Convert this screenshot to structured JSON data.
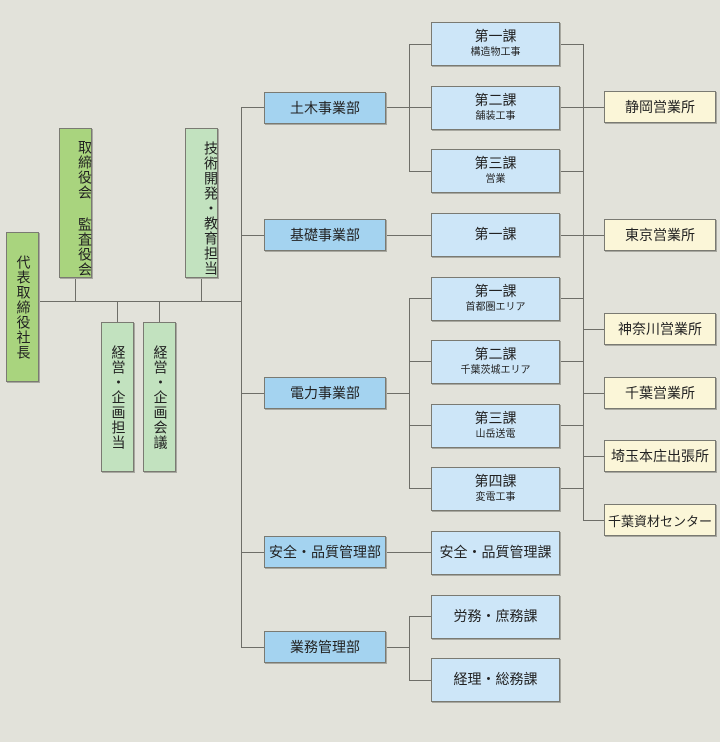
{
  "executive": {
    "president": "代表取締役社長",
    "board": "取締役会 監査役会",
    "tech_dev": "技術開発・教育担当",
    "mgmt_planning": "経営・企画担当",
    "mgmt_meeting": "経営・企画会議"
  },
  "departments": [
    {
      "name": "土木事業部",
      "sections": [
        {
          "name": "第一課",
          "sub": "構造物工事"
        },
        {
          "name": "第二課",
          "sub": "舗装工事"
        },
        {
          "name": "第三課",
          "sub": "営業"
        }
      ]
    },
    {
      "name": "基礎事業部",
      "sections": [
        {
          "name": "第一課",
          "sub": ""
        }
      ]
    },
    {
      "name": "電力事業部",
      "sections": [
        {
          "name": "第一課",
          "sub": "首都圏エリア"
        },
        {
          "name": "第二課",
          "sub": "千葉茨城エリア"
        },
        {
          "name": "第三課",
          "sub": "山岳送電"
        },
        {
          "name": "第四課",
          "sub": "変電工事"
        }
      ]
    },
    {
      "name": "安全・品質管理部",
      "sections": [
        {
          "name": "安全・品質管理課",
          "sub": ""
        }
      ]
    },
    {
      "name": "業務管理部",
      "sections": [
        {
          "name": "労務・庶務課",
          "sub": ""
        },
        {
          "name": "経理・総務課",
          "sub": ""
        }
      ]
    }
  ],
  "offices": [
    "静岡営業所",
    "東京営業所",
    "神奈川営業所",
    "千葉営業所",
    "埼玉本庄出張所",
    "千葉資材センター"
  ],
  "colors": {
    "background": "#e2e2da",
    "executive": "#a9d47e",
    "staff": "#c2e2bf",
    "department": "#a4d3f0",
    "section": "#cde6f8",
    "office": "#fbf6d8",
    "line": "#6e6e68"
  }
}
